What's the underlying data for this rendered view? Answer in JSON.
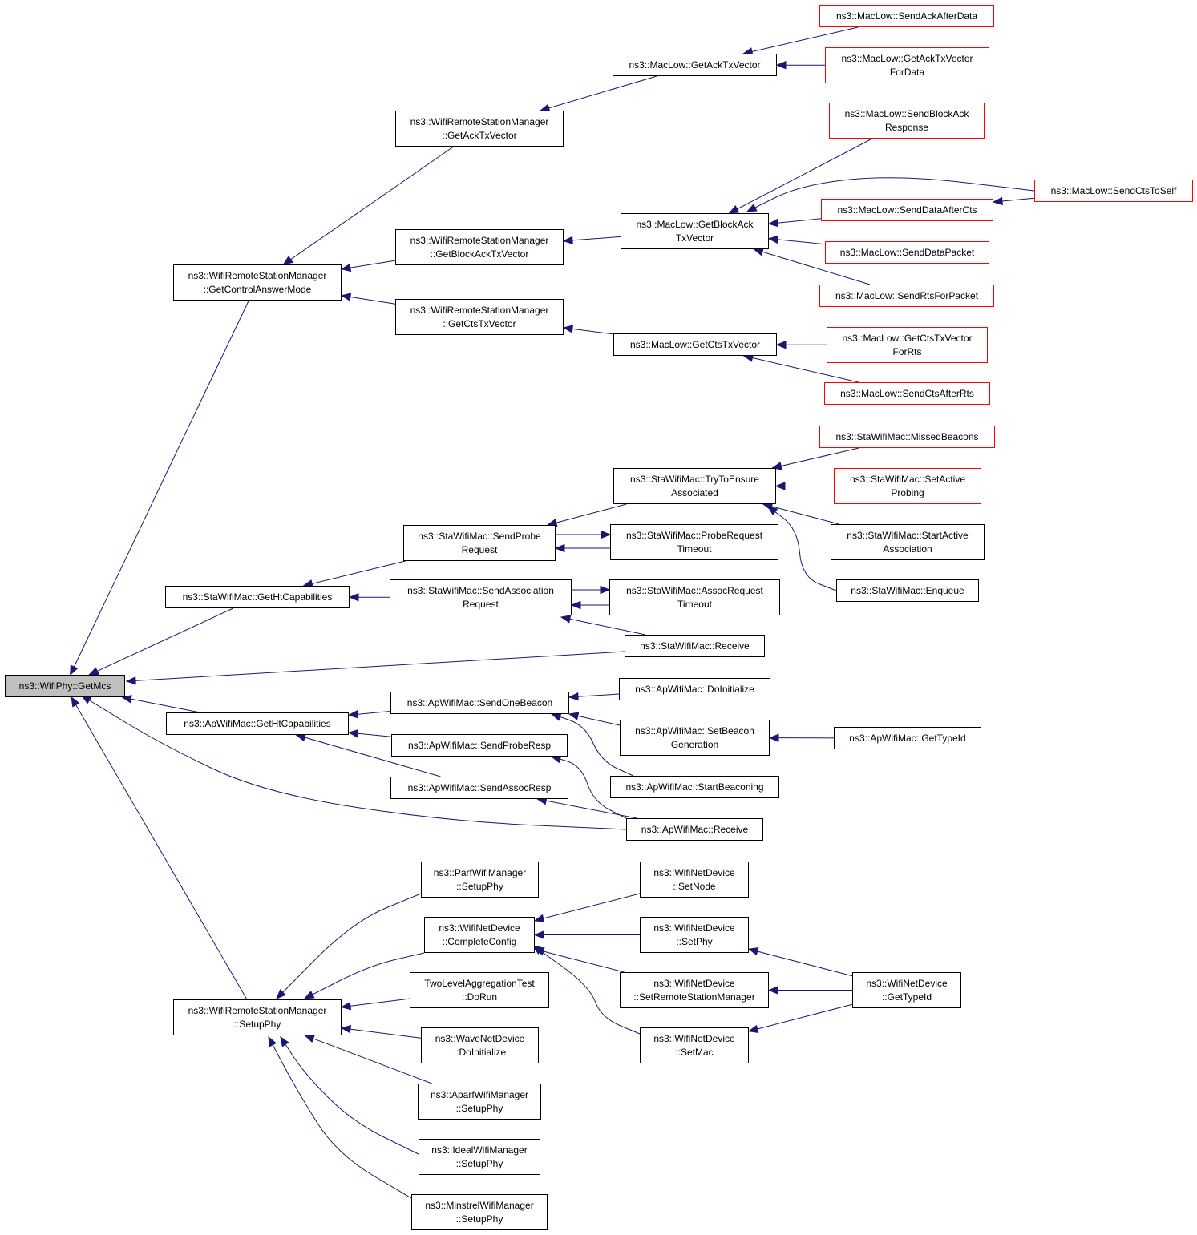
{
  "colors": {
    "edge": "#191970",
    "node_border": "#000000",
    "external_border": "#ff0000",
    "root_fill": "#bfbfbf"
  },
  "nodes": {
    "getmcs": {
      "lines": [
        "ns3::WifiPhy::GetMcs"
      ],
      "root": true
    },
    "wrsm_getcontrolanswermode": {
      "lines": [
        "ns3::WifiRemoteStationManager",
        "::GetControlAnswerMode"
      ]
    },
    "wrsm_getacktxvector": {
      "lines": [
        "ns3::WifiRemoteStationManager",
        "::GetAckTxVector"
      ]
    },
    "wrsm_getblockacktxvector": {
      "lines": [
        "ns3::WifiRemoteStationManager",
        "::GetBlockAckTxVector"
      ]
    },
    "wrsm_getctstxvector": {
      "lines": [
        "ns3::WifiRemoteStationManager",
        "::GetCtsTxVector"
      ]
    },
    "maclow_getacktxvector": {
      "lines": [
        "ns3::MacLow::GetAckTxVector"
      ]
    },
    "maclow_sendackafterdata": {
      "lines": [
        "ns3::MacLow::SendAckAfterData"
      ],
      "external": true
    },
    "maclow_getacktxvectorfordata": {
      "lines": [
        "ns3::MacLow::GetAckTxVector",
        "ForData"
      ],
      "external": true
    },
    "maclow_getblockacktxvector": {
      "lines": [
        "ns3::MacLow::GetBlockAck",
        "TxVector"
      ]
    },
    "maclow_sendblockackresponse": {
      "lines": [
        "ns3::MacLow::SendBlockAck",
        "Response"
      ],
      "external": true
    },
    "maclow_sendctstoself": {
      "lines": [
        "ns3::MacLow::SendCtsToSelf"
      ],
      "external": true
    },
    "maclow_senddataaftercts": {
      "lines": [
        "ns3::MacLow::SendDataAfterCts"
      ],
      "external": true
    },
    "maclow_senddatapacket": {
      "lines": [
        "ns3::MacLow::SendDataPacket"
      ],
      "external": true
    },
    "maclow_sendrtsforpacket": {
      "lines": [
        "ns3::MacLow::SendRtsForPacket"
      ],
      "external": true
    },
    "maclow_getctstxvector": {
      "lines": [
        "ns3::MacLow::GetCtsTxVector"
      ]
    },
    "maclow_getctstxvectorforrts": {
      "lines": [
        "ns3::MacLow::GetCtsTxVector",
        "ForRts"
      ],
      "external": true
    },
    "maclow_sendctsafterrts": {
      "lines": [
        "ns3::MacLow::SendCtsAfterRts"
      ],
      "external": true
    },
    "sta_gethtcapabilities": {
      "lines": [
        "ns3::StaWifiMac::GetHtCapabilities"
      ]
    },
    "sta_sendproberequest": {
      "lines": [
        "ns3::StaWifiMac::SendProbe",
        "Request"
      ]
    },
    "sta_sendassociationrequest": {
      "lines": [
        "ns3::StaWifiMac::SendAssociation",
        "Request"
      ]
    },
    "sta_trytoensureassociated": {
      "lines": [
        "ns3::StaWifiMac::TryToEnsure",
        "Associated"
      ]
    },
    "sta_missedbeacons": {
      "lines": [
        "ns3::StaWifiMac::MissedBeacons"
      ],
      "external": true
    },
    "sta_setactiveprobing": {
      "lines": [
        "ns3::StaWifiMac::SetActive",
        "Probing"
      ],
      "external": true
    },
    "sta_startactiveassociation": {
      "lines": [
        "ns3::StaWifiMac::StartActive",
        "Association"
      ]
    },
    "sta_enqueue": {
      "lines": [
        "ns3::StaWifiMac::Enqueue"
      ]
    },
    "sta_proberequesttimeout": {
      "lines": [
        "ns3::StaWifiMac::ProbeRequest",
        "Timeout"
      ]
    },
    "sta_assocrequesttimeout": {
      "lines": [
        "ns3::StaWifiMac::AssocRequest",
        "Timeout"
      ]
    },
    "sta_receive": {
      "lines": [
        "ns3::StaWifiMac::Receive"
      ]
    },
    "ap_gethtcapabilities": {
      "lines": [
        "ns3::ApWifiMac::GetHtCapabilities"
      ]
    },
    "ap_sendonebeacon": {
      "lines": [
        "ns3::ApWifiMac::SendOneBeacon"
      ]
    },
    "ap_sendproberesp": {
      "lines": [
        "ns3::ApWifiMac::SendProbeResp"
      ]
    },
    "ap_sendassocresp": {
      "lines": [
        "ns3::ApWifiMac::SendAssocResp"
      ]
    },
    "ap_doinitialize": {
      "lines": [
        "ns3::ApWifiMac::DoInitialize"
      ]
    },
    "ap_setbeacongeneration": {
      "lines": [
        "ns3::ApWifiMac::SetBeacon",
        "Generation"
      ]
    },
    "ap_startbeaconing": {
      "lines": [
        "ns3::ApWifiMac::StartBeaconing"
      ]
    },
    "ap_gettypeid": {
      "lines": [
        "ns3::ApWifiMac::GetTypeId"
      ]
    },
    "ap_receive": {
      "lines": [
        "ns3::ApWifiMac::Receive"
      ]
    },
    "wrsm_setupphy": {
      "lines": [
        "ns3::WifiRemoteStationManager",
        "::SetupPhy"
      ]
    },
    "parf_setupphy": {
      "lines": [
        "ns3::ParfWifiManager",
        "::SetupPhy"
      ]
    },
    "wnd_completeconfig": {
      "lines": [
        "ns3::WifiNetDevice",
        "::CompleteConfig"
      ]
    },
    "tla_dorun": {
      "lines": [
        "TwoLevelAggregationTest",
        "::DoRun"
      ]
    },
    "wave_doinitialize": {
      "lines": [
        "ns3::WaveNetDevice",
        "::DoInitialize"
      ]
    },
    "aparf_setupphy": {
      "lines": [
        "ns3::AparfWifiManager",
        "::SetupPhy"
      ]
    },
    "ideal_setupphy": {
      "lines": [
        "ns3::IdealWifiManager",
        "::SetupPhy"
      ]
    },
    "minstrel_setupphy": {
      "lines": [
        "ns3::MinstrelWifiManager",
        "::SetupPhy"
      ]
    },
    "wnd_setnode": {
      "lines": [
        "ns3::WifiNetDevice",
        "::SetNode"
      ]
    },
    "wnd_setphy": {
      "lines": [
        "ns3::WifiNetDevice",
        "::SetPhy"
      ]
    },
    "wnd_setremotestationmanager": {
      "lines": [
        "ns3::WifiNetDevice",
        "::SetRemoteStationManager"
      ]
    },
    "wnd_setmac": {
      "lines": [
        "ns3::WifiNetDevice",
        "::SetMac"
      ]
    },
    "wnd_gettypeid": {
      "lines": [
        "ns3::WifiNetDevice",
        "::GetTypeId"
      ]
    }
  },
  "edges": [
    [
      "wrsm_getcontrolanswermode",
      "getmcs"
    ],
    [
      "sta_gethtcapabilities",
      "getmcs"
    ],
    [
      "sta_receive",
      "getmcs"
    ],
    [
      "ap_gethtcapabilities",
      "getmcs"
    ],
    [
      "ap_receive",
      "getmcs"
    ],
    [
      "wrsm_setupphy",
      "getmcs"
    ],
    [
      "wrsm_getacktxvector",
      "wrsm_getcontrolanswermode"
    ],
    [
      "wrsm_getblockacktxvector",
      "wrsm_getcontrolanswermode"
    ],
    [
      "wrsm_getctstxvector",
      "wrsm_getcontrolanswermode"
    ],
    [
      "maclow_getacktxvector",
      "wrsm_getacktxvector"
    ],
    [
      "maclow_sendackafterdata",
      "maclow_getacktxvector"
    ],
    [
      "maclow_getacktxvectorfordata",
      "maclow_getacktxvector"
    ],
    [
      "maclow_getblockacktxvector",
      "wrsm_getblockacktxvector"
    ],
    [
      "maclow_sendblockackresponse",
      "maclow_getblockacktxvector"
    ],
    [
      "maclow_sendctstoself",
      "maclow_getblockacktxvector"
    ],
    [
      "maclow_senddataaftercts",
      "maclow_getblockacktxvector"
    ],
    [
      "maclow_senddatapacket",
      "maclow_getblockacktxvector"
    ],
    [
      "maclow_sendrtsforpacket",
      "maclow_getblockacktxvector"
    ],
    [
      "maclow_sendctstoself",
      "maclow_senddataaftercts"
    ],
    [
      "maclow_getctstxvector",
      "wrsm_getctstxvector"
    ],
    [
      "maclow_getctstxvectorforrts",
      "maclow_getctstxvector"
    ],
    [
      "maclow_sendctsafterrts",
      "maclow_getctstxvector"
    ],
    [
      "sta_sendproberequest",
      "sta_gethtcapabilities"
    ],
    [
      "sta_sendassociationrequest",
      "sta_gethtcapabilities"
    ],
    [
      "sta_trytoensureassociated",
      "sta_sendproberequest"
    ],
    [
      "sta_proberequesttimeout",
      "sta_sendproberequest"
    ],
    [
      "sta_sendproberequest",
      "sta_proberequesttimeout"
    ],
    [
      "sta_missedbeacons",
      "sta_trytoensureassociated"
    ],
    [
      "sta_setactiveprobing",
      "sta_trytoensureassociated"
    ],
    [
      "sta_startactiveassociation",
      "sta_trytoensureassociated"
    ],
    [
      "sta_enqueue",
      "sta_trytoensureassociated"
    ],
    [
      "sta_assocrequesttimeout",
      "sta_sendassociationrequest"
    ],
    [
      "sta_sendassociationrequest",
      "sta_assocrequesttimeout"
    ],
    [
      "sta_receive",
      "sta_sendassociationrequest"
    ],
    [
      "ap_sendonebeacon",
      "ap_gethtcapabilities"
    ],
    [
      "ap_sendproberesp",
      "ap_gethtcapabilities"
    ],
    [
      "ap_sendassocresp",
      "ap_gethtcapabilities"
    ],
    [
      "ap_doinitialize",
      "ap_sendonebeacon"
    ],
    [
      "ap_setbeacongeneration",
      "ap_sendonebeacon"
    ],
    [
      "ap_startbeaconing",
      "ap_sendonebeacon"
    ],
    [
      "ap_gettypeid",
      "ap_setbeacongeneration"
    ],
    [
      "ap_receive",
      "ap_sendproberesp"
    ],
    [
      "ap_receive",
      "ap_sendassocresp"
    ],
    [
      "parf_setupphy",
      "wrsm_setupphy"
    ],
    [
      "wnd_completeconfig",
      "wrsm_setupphy"
    ],
    [
      "tla_dorun",
      "wrsm_setupphy"
    ],
    [
      "wave_doinitialize",
      "wrsm_setupphy"
    ],
    [
      "aparf_setupphy",
      "wrsm_setupphy"
    ],
    [
      "ideal_setupphy",
      "wrsm_setupphy"
    ],
    [
      "minstrel_setupphy",
      "wrsm_setupphy"
    ],
    [
      "wnd_setnode",
      "wnd_completeconfig"
    ],
    [
      "wnd_setphy",
      "wnd_completeconfig"
    ],
    [
      "wnd_setremotestationmanager",
      "wnd_completeconfig"
    ],
    [
      "wnd_setmac",
      "wnd_completeconfig"
    ],
    [
      "wnd_gettypeid",
      "wnd_setphy"
    ],
    [
      "wnd_gettypeid",
      "wnd_setremotestationmanager"
    ],
    [
      "wnd_gettypeid",
      "wnd_setmac"
    ]
  ]
}
